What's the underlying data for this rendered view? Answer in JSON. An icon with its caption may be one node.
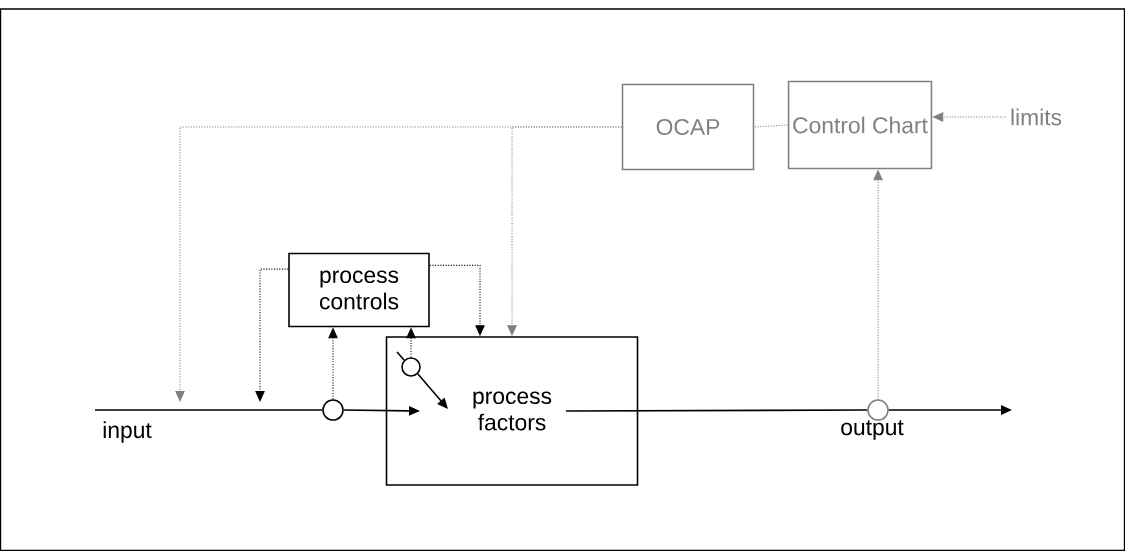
{
  "diagram": {
    "nodes": [
      {
        "text": [
          "OCAP"
        ]
      },
      {
        "text": [
          "Control Chart"
        ]
      },
      {
        "text": [
          "limits"
        ]
      },
      {
        "text": [
          "process controls"
        ]
      },
      {
        "text": [
          "process factors"
        ]
      },
      {
        "text": [],
        "shape": "circle",
        "in": 4
      },
      {
        "text": [],
        "shape": "circle"
      },
      {
        "text": [],
        "shape": "circle"
      }
    ],
    "edges": [
      {
        "from": 0,
        "to": null,
        "arrow": "to",
        "style": "dashed",
        "color": "#808080"
      },
      {
        "from": 0,
        "to": 4,
        "arrow": "to",
        "style": "dashed",
        "color": "#808080"
      },
      {
        "from": 1,
        "to": 0,
        "arrow": "none",
        "style": "dashed",
        "color": "#808080"
      },
      {
        "from": 2,
        "to": 1,
        "arrow": "to",
        "style": "dashed",
        "color": "#808080"
      },
      {
        "from": 7,
        "to": 1,
        "arrow": "to",
        "style": "dashed",
        "color": "#808080"
      },
      {
        "from": 3,
        "to": null,
        "arrow": "to",
        "style": "dashed"
      },
      {
        "from": 3,
        "to": 4,
        "arrow": "to",
        "style": "dashed"
      },
      {
        "from": 6,
        "to": 3,
        "arrow": "to",
        "style": "dashed"
      },
      {
        "from": 5,
        "to": 3,
        "arrow": "to",
        "style": "dashed"
      },
      {
        "from": null,
        "to": 6,
        "arrow": "none"
      },
      {
        "from": 6,
        "to": 4,
        "arrow": "to"
      },
      {
        "from": 5,
        "to": null,
        "arrow": "to"
      },
      {
        "from": 4,
        "to": 7,
        "arrow": "none"
      },
      {
        "from": 7,
        "to": null,
        "arrow": "to"
      }
    ],
    "labels": [
      "input",
      "output"
    ]
  }
}
